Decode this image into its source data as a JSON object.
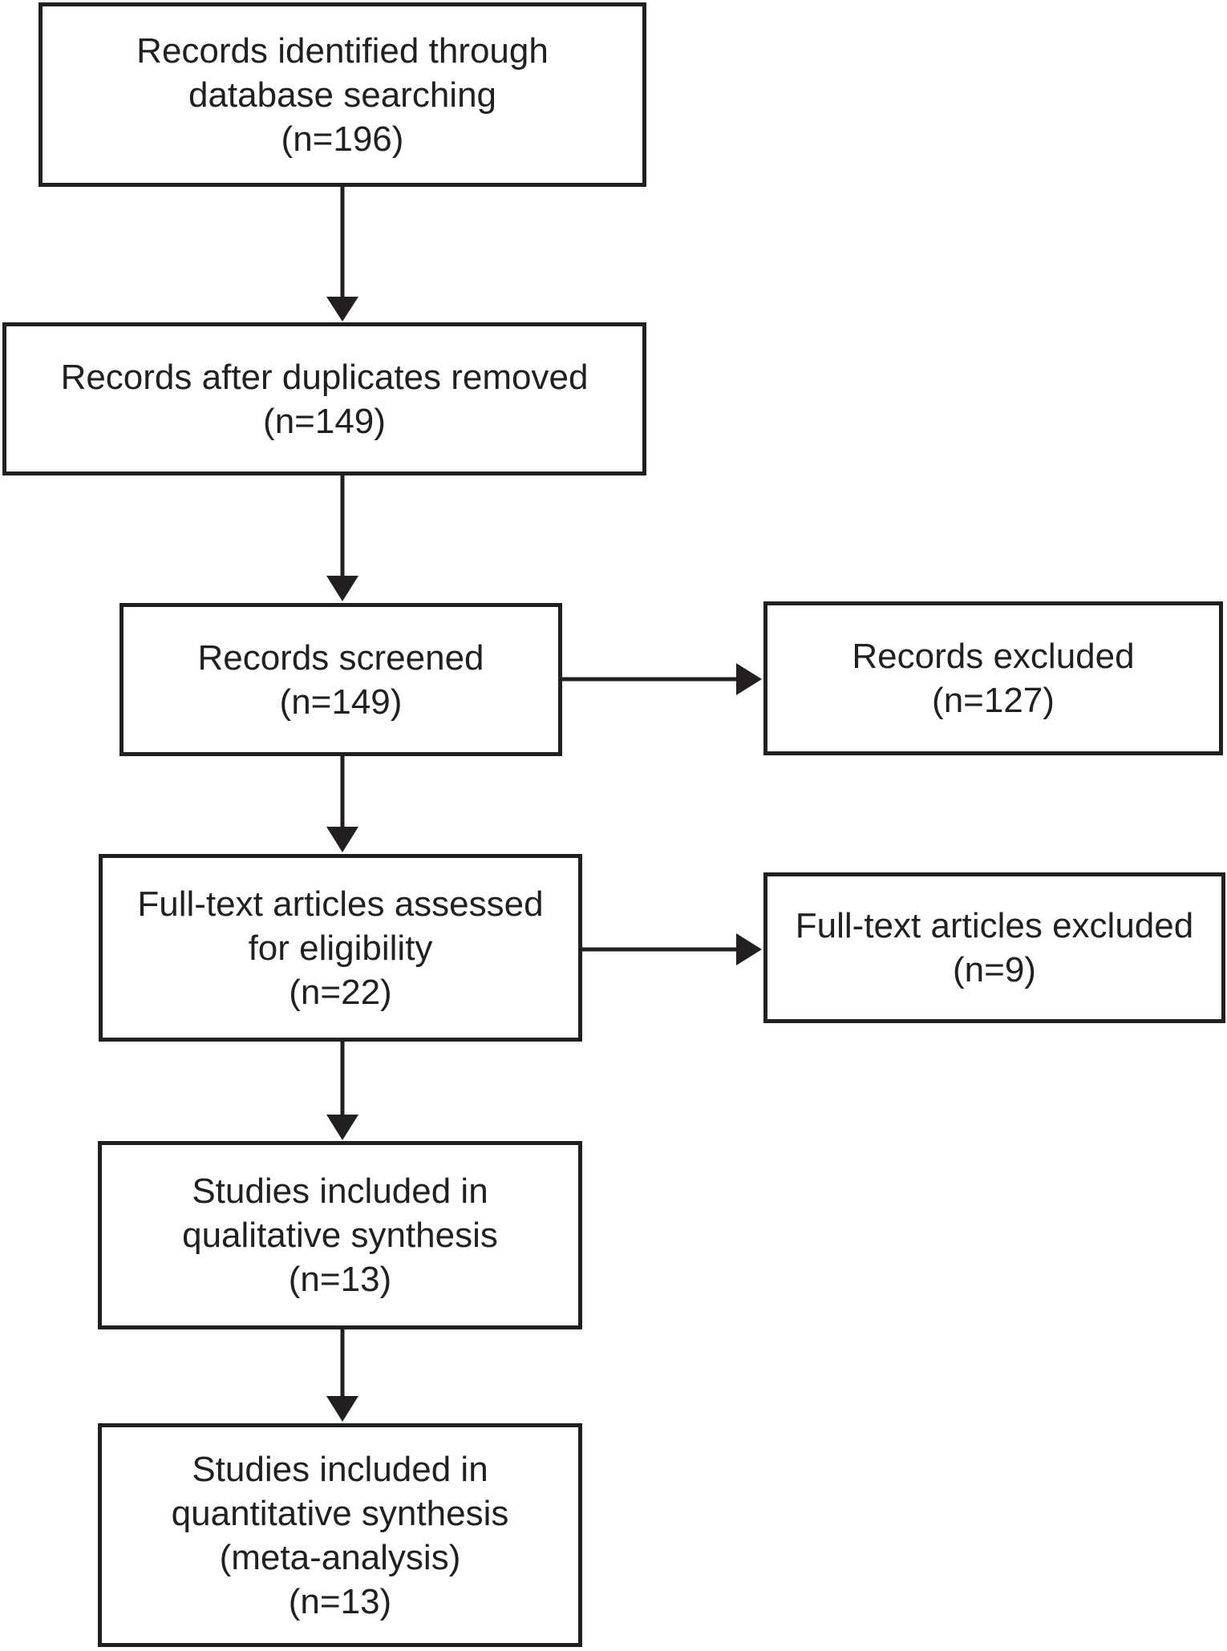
{
  "colors": {
    "ink": "#231f20",
    "background": "#ffffff"
  },
  "flowchart": {
    "boxes": [
      {
        "id": "records-identified",
        "lines": [
          "Records identified through",
          "database searching",
          "(n=196)"
        ],
        "n": 196
      },
      {
        "id": "records-after-duplicates",
        "lines": [
          "Records after duplicates removed",
          "(n=149)"
        ],
        "n": 149
      },
      {
        "id": "records-screened",
        "lines": [
          "Records screened",
          "(n=149)"
        ],
        "n": 149
      },
      {
        "id": "records-excluded",
        "lines": [
          "Records excluded",
          "(n=127)"
        ],
        "n": 127
      },
      {
        "id": "fulltext-assessed",
        "lines": [
          "Full-text articles assessed",
          "for eligibility",
          "(n=22)"
        ],
        "n": 22
      },
      {
        "id": "fulltext-excluded",
        "lines": [
          "Full-text articles excluded",
          "(n=9)"
        ],
        "n": 9
      },
      {
        "id": "qualitative-synthesis",
        "lines": [
          "Studies included in",
          "qualitative synthesis",
          "(n=13)"
        ],
        "n": 13
      },
      {
        "id": "quantitative-synthesis",
        "lines": [
          "Studies included in",
          "quantitative synthesis",
          "(meta-analysis)",
          "(n=13)"
        ],
        "n": 13
      }
    ]
  }
}
